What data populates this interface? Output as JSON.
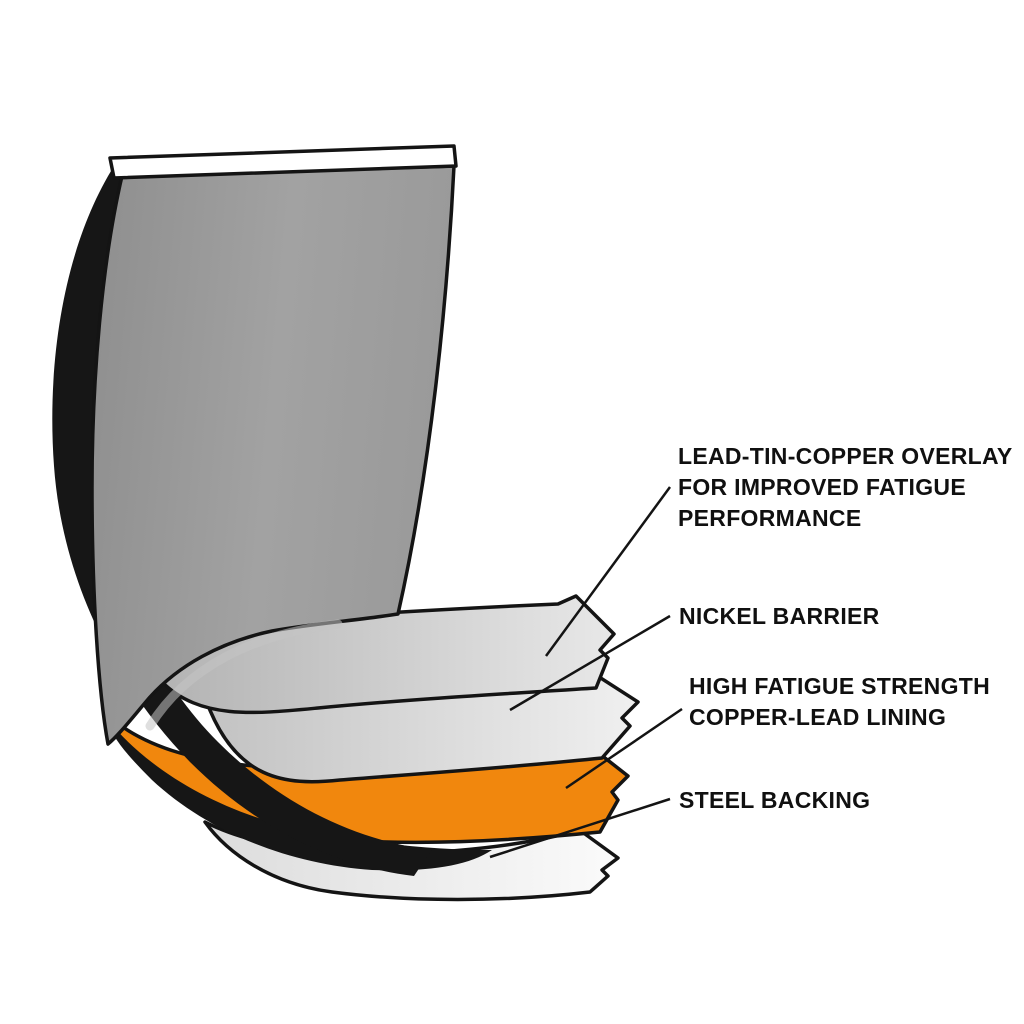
{
  "diagram": {
    "labels": {
      "overlay": {
        "lines": [
          "LEAD-TIN-COPPER OVERLAY",
          "FOR IMPROVED FATIGUE",
          "PERFORMANCE"
        ]
      },
      "nickel": {
        "text": "NICKEL BARRIER"
      },
      "copper_lead": {
        "lines": [
          "HIGH FATIGUE STRENGTH",
          "COPPER-LEAD LINING"
        ]
      },
      "steel": {
        "text": "STEEL BACKING"
      }
    },
    "colors": {
      "copper_lead_orange": "#F1870D",
      "shell_gray": "#9B9B9B",
      "steel_white": "#F5F5F5",
      "outline": "#141414",
      "background": "#FFFFFF"
    }
  }
}
